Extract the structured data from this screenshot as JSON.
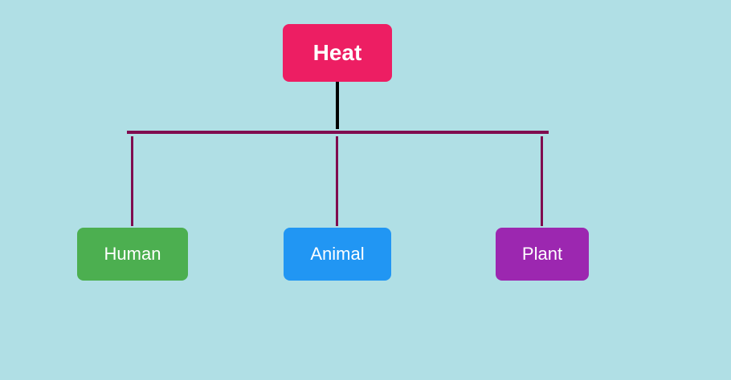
{
  "diagram": {
    "root": {
      "label": "Heat",
      "color": "#ed1e63"
    },
    "children": [
      {
        "label": "Human",
        "color": "#4caf50"
      },
      {
        "label": "Animal",
        "color": "#2196f3"
      },
      {
        "label": "Plant",
        "color": "#9c27b0"
      }
    ],
    "colors": {
      "background": "#b0dfe5",
      "root_connector": "#000000",
      "branch_connector": "#800c4f"
    }
  }
}
